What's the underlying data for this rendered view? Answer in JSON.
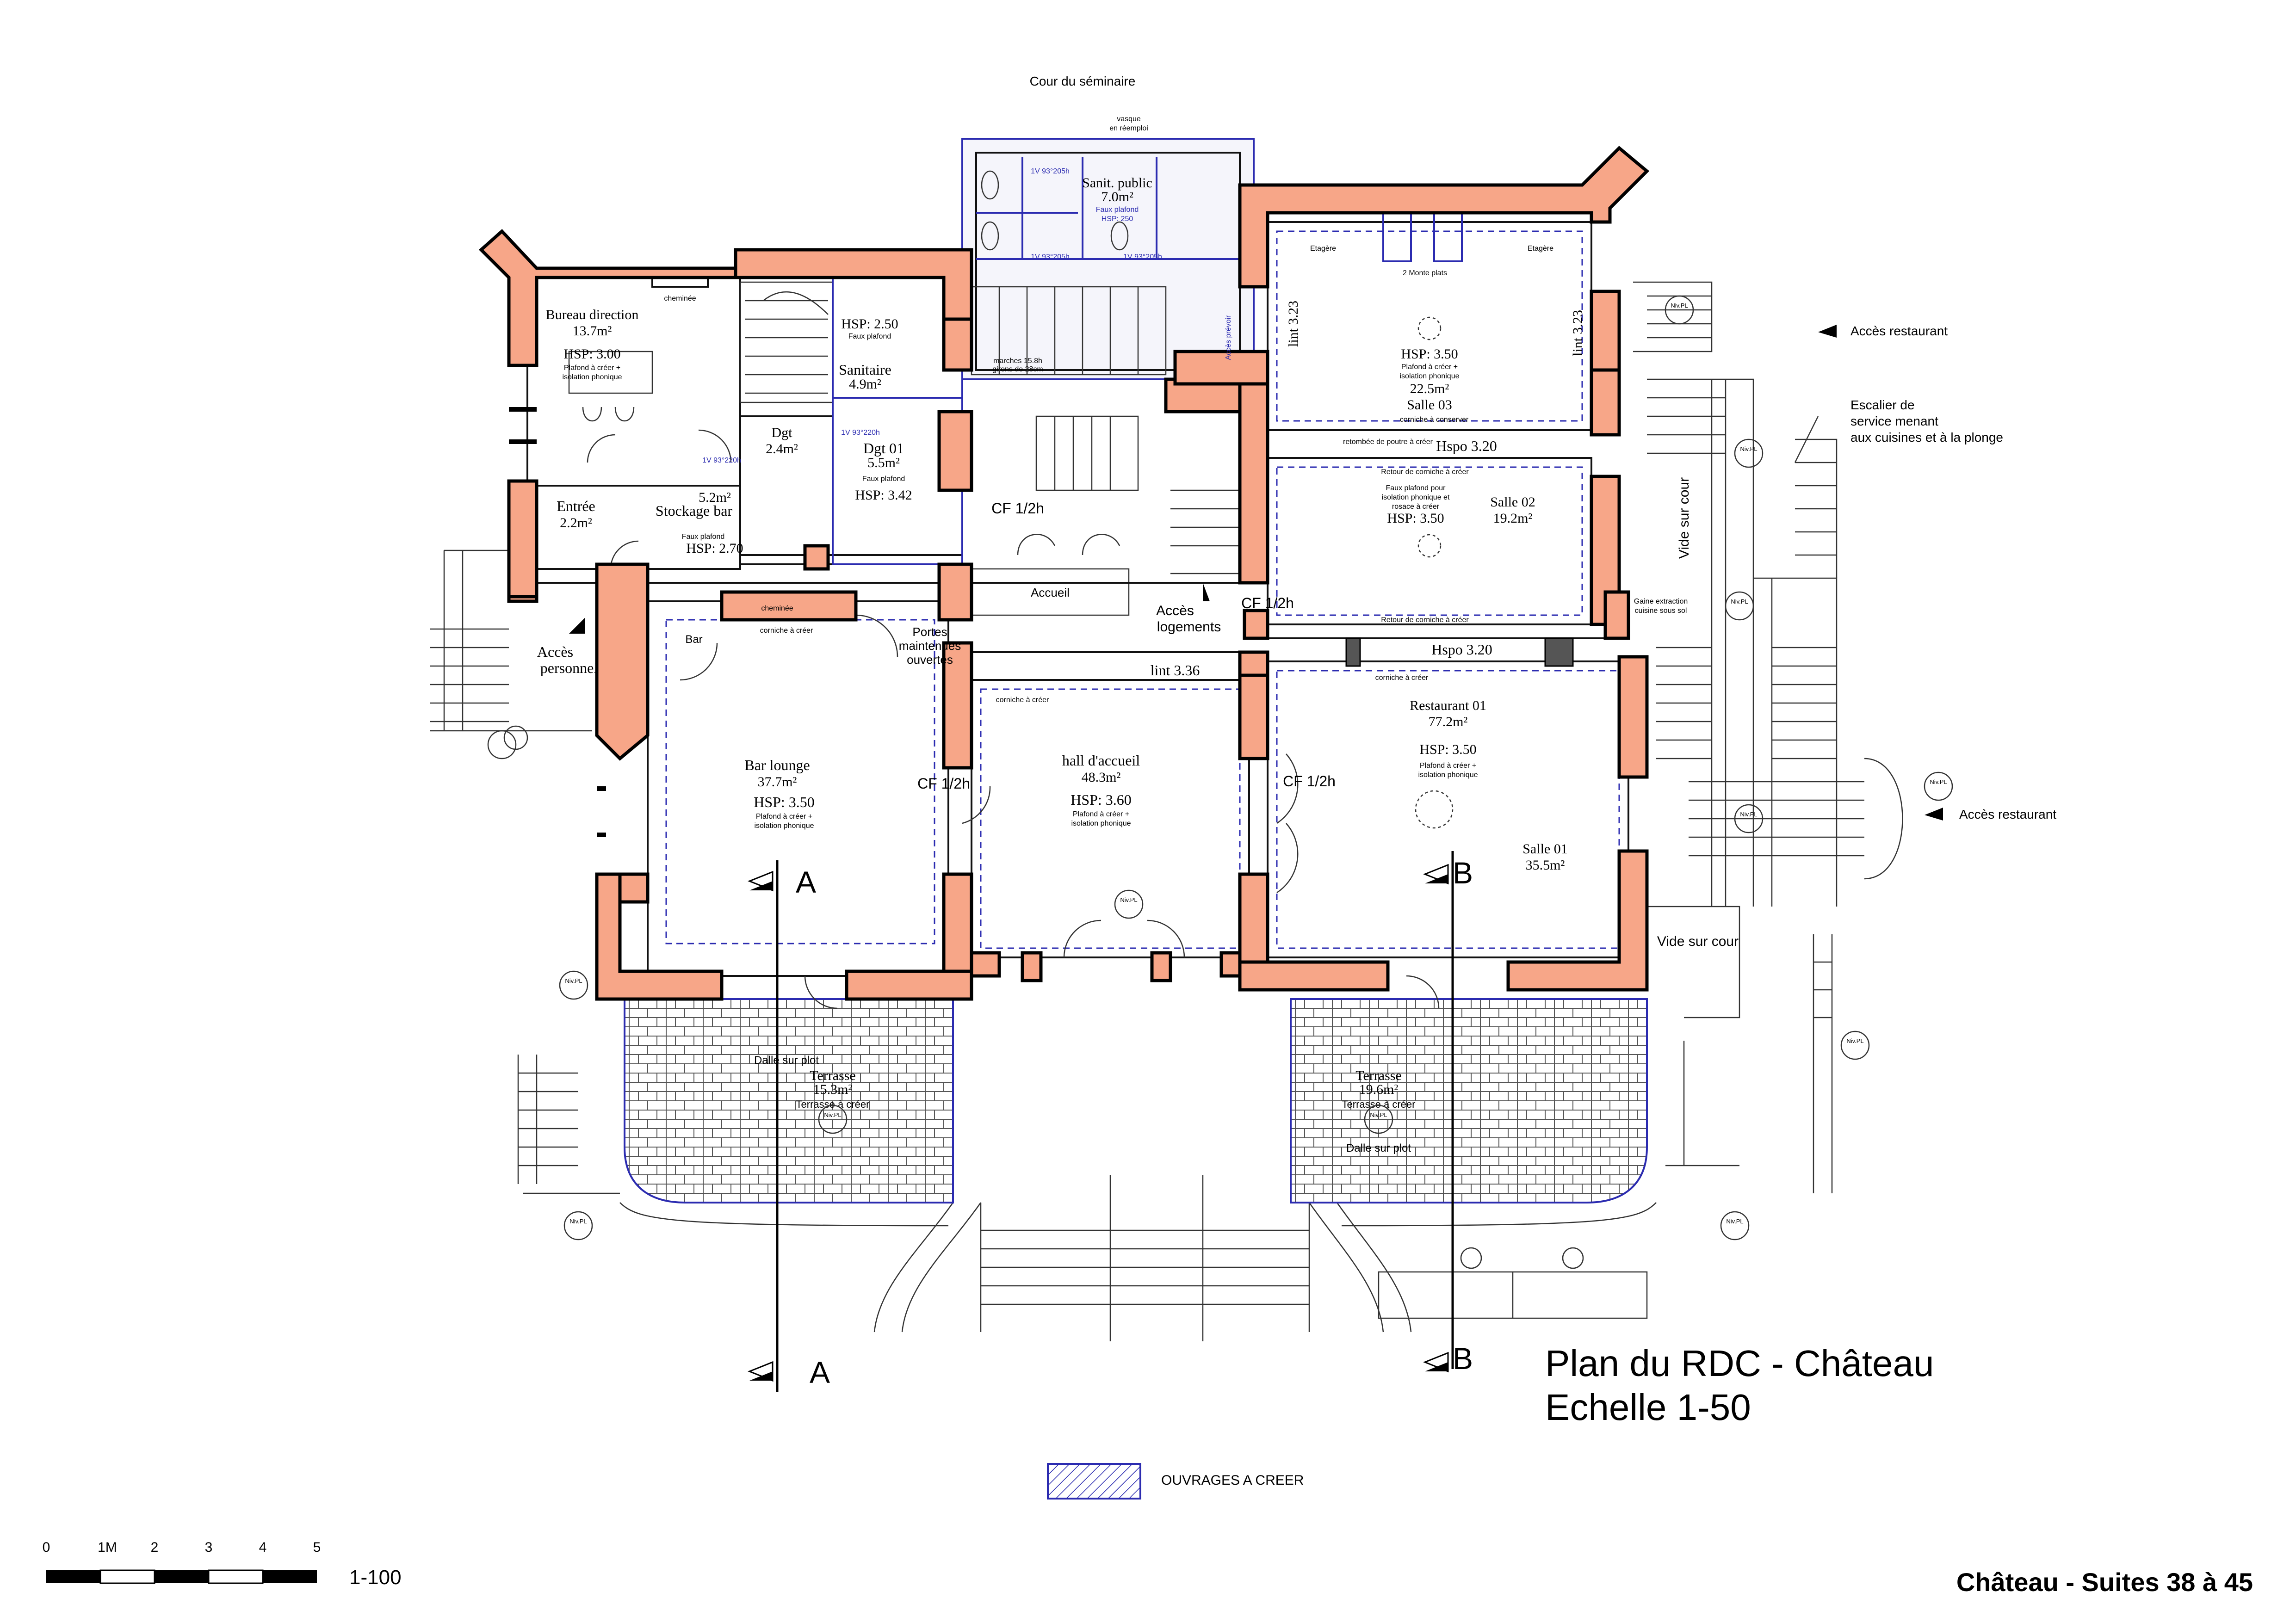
{
  "header": {
    "cour_seminaire": "Cour du séminaire"
  },
  "rooms": {
    "bureau": {
      "name": "Bureau direction",
      "area": "13.7m²",
      "hsp": "HSP: 3.00",
      "note1": "Plafond à créer +",
      "note2": "isolation phonique"
    },
    "dgt": {
      "name": "Dgt",
      "area": "2.4m²"
    },
    "sanitaire": {
      "hsp": "HSP: 2.50",
      "note": "Faux plafond",
      "name": "Sanitaire",
      "area": "4.9m²"
    },
    "sanit_public": {
      "name": "Sanit. public",
      "area": "7.0m²",
      "note": "Faux plafond",
      "hsp": "HSP: 250"
    },
    "entree": {
      "name": "Entrée",
      "area": "2.2m²"
    },
    "stockage": {
      "area": "5.2m²",
      "name": "Stockage bar",
      "note": "Faux plafond",
      "hsp": "HSP: 2.70"
    },
    "dgt01": {
      "name": "Dgt 01",
      "area": "5.5m²",
      "note": "Faux plafond",
      "hsp": "HSP: 3.42"
    },
    "salle03": {
      "hsp": "HSP: 3.50",
      "note1": "Plafond à créer +",
      "note2": "isolation phonique",
      "area": "22.5m²",
      "name": "Salle 03",
      "corniche": "corniche à conserver"
    },
    "salle02": {
      "note1": "Faux plafond pour",
      "note2": "isolation phonique et",
      "note3": "rosace à créer",
      "hsp": "HSP: 3.50",
      "name": "Salle 02",
      "area": "19.2m²"
    },
    "bar": {
      "name": "Bar lounge",
      "area": "37.7m²",
      "hsp": "HSP: 3.50",
      "note1": "Plafond à créer +",
      "note2": "isolation phonique"
    },
    "hall": {
      "name": "hall d'accueil",
      "area": "48.3m²",
      "hsp": "HSP: 3.60",
      "note1": "Plafond à créer +",
      "note2": "isolation phonique"
    },
    "restaurant": {
      "name": "Restaurant 01",
      "area": "77.2m²",
      "hsp": "HSP: 3.50",
      "note1": "Plafond à créer +",
      "note2": "isolation phonique"
    },
    "salle01": {
      "name": "Salle 01",
      "area": "35.5m²"
    },
    "terrasse1": {
      "label": "Dalle sur plot",
      "name": "Terrasse",
      "area": "15.3m²",
      "note": "Terrasse à créer"
    },
    "terrasse2": {
      "name": "Terrasse",
      "area": "19.6m²",
      "note": "Terrasse à créer",
      "label": "Dalle sur plot"
    }
  },
  "labels": {
    "cheminee": "cheminée",
    "accueil": "Accueil",
    "acces_logements_1": "Accès",
    "acces_logements_2": "logements",
    "acces_personnel_1": "Accès",
    "acces_personnel_2": "personnel",
    "acces_restaurant": "Accès restaurant",
    "escalier_1": "Escalier de",
    "escalier_2": "service menant",
    "escalier_3": "aux cuisines et à la plonge",
    "vide_sur_cour": "Vide sur cour",
    "cf1": "CF 1/2h",
    "cf2": "CF 1/2h",
    "cf3": "CF 1/2h",
    "cf4": "CF 1/2h",
    "lint_323": "lint 3.23",
    "lint_336": "lint 3.36",
    "hspo_320": "Hspo 3.20",
    "etagere": "Etagère",
    "monte_plats": "2 Monte plats",
    "retour_corniche": "Retour de corniche à créer",
    "corniche_creer": "corniche à créer",
    "portes_1": "Portes",
    "portes_2": "maintenues",
    "portes_3": "ouvertes",
    "bar_small": "Bar",
    "gaine_1": "Gaine extraction",
    "gaine_2": "cuisine sous sol",
    "marches": "marches 15.8h",
    "girons": "girons de 28cm",
    "vasque_1": "vasque",
    "vasque_2": "en réemploi",
    "door_1v": "1V 93°205h",
    "door_220": "1V 93°220h",
    "retombee": "retombée de poutre à créer",
    "nivpl": "Niv.PL",
    "acces_prevoir": "Accès prévoir"
  },
  "section_marks": {
    "a": "A",
    "b": "B"
  },
  "title": {
    "line1": "Plan du RDC - Château",
    "line2": "Echelle 1-50"
  },
  "legend": {
    "label": "OUVRAGES A CREER"
  },
  "scale_bar": {
    "ticks": [
      "0",
      "1M",
      "2",
      "3",
      "4",
      "5"
    ],
    "ratio": "1-100"
  },
  "footer": {
    "project": "Château - Suites 38 à 45"
  },
  "colors": {
    "wall_fill": "#f7a688",
    "new_work": "#2b2bb0"
  }
}
